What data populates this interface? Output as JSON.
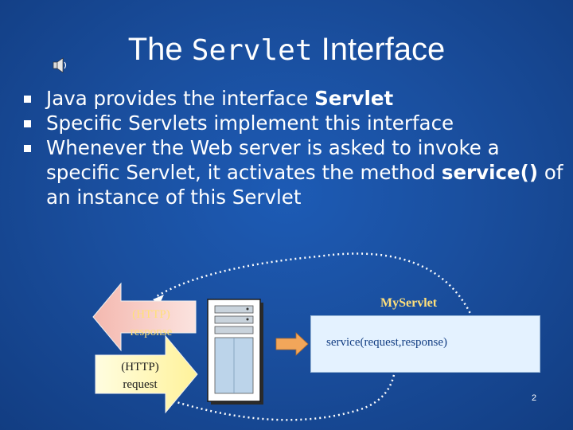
{
  "slide": {
    "title_prefix": "The",
    "title_mono": "Servlet",
    "title_suffix": "Interface",
    "bullets": [
      {
        "text_before": "Java provides the interface ",
        "bold": "Servlet",
        "text_after": ""
      },
      {
        "text_before": "Specific Servlets implement this interface",
        "bold": "",
        "text_after": ""
      },
      {
        "text_before": "Whenever the Web server is asked to invoke a specific Servlet, it activates the method ",
        "bold": "service()",
        "text_after": " of an instance of this Servlet"
      }
    ],
    "page_number": "2"
  },
  "diagram": {
    "response_label_line1": "(HTTP)",
    "response_label_line2": "response",
    "request_label_line1": "(HTTP)",
    "request_label_line2": "request",
    "myservlet_label": "MyServlet",
    "service_label": "service(request,response)"
  },
  "icons": {
    "speaker": "speaker-icon",
    "server": "server-computer-icon"
  },
  "colors": {
    "background": "#1a4f9f",
    "response_arrow": "#f7c7c0",
    "request_arrow": "#fff7a6",
    "label_yellow": "#ffe07a",
    "service_box": "#e4f2ff",
    "small_arrow": "#f2a65a"
  }
}
